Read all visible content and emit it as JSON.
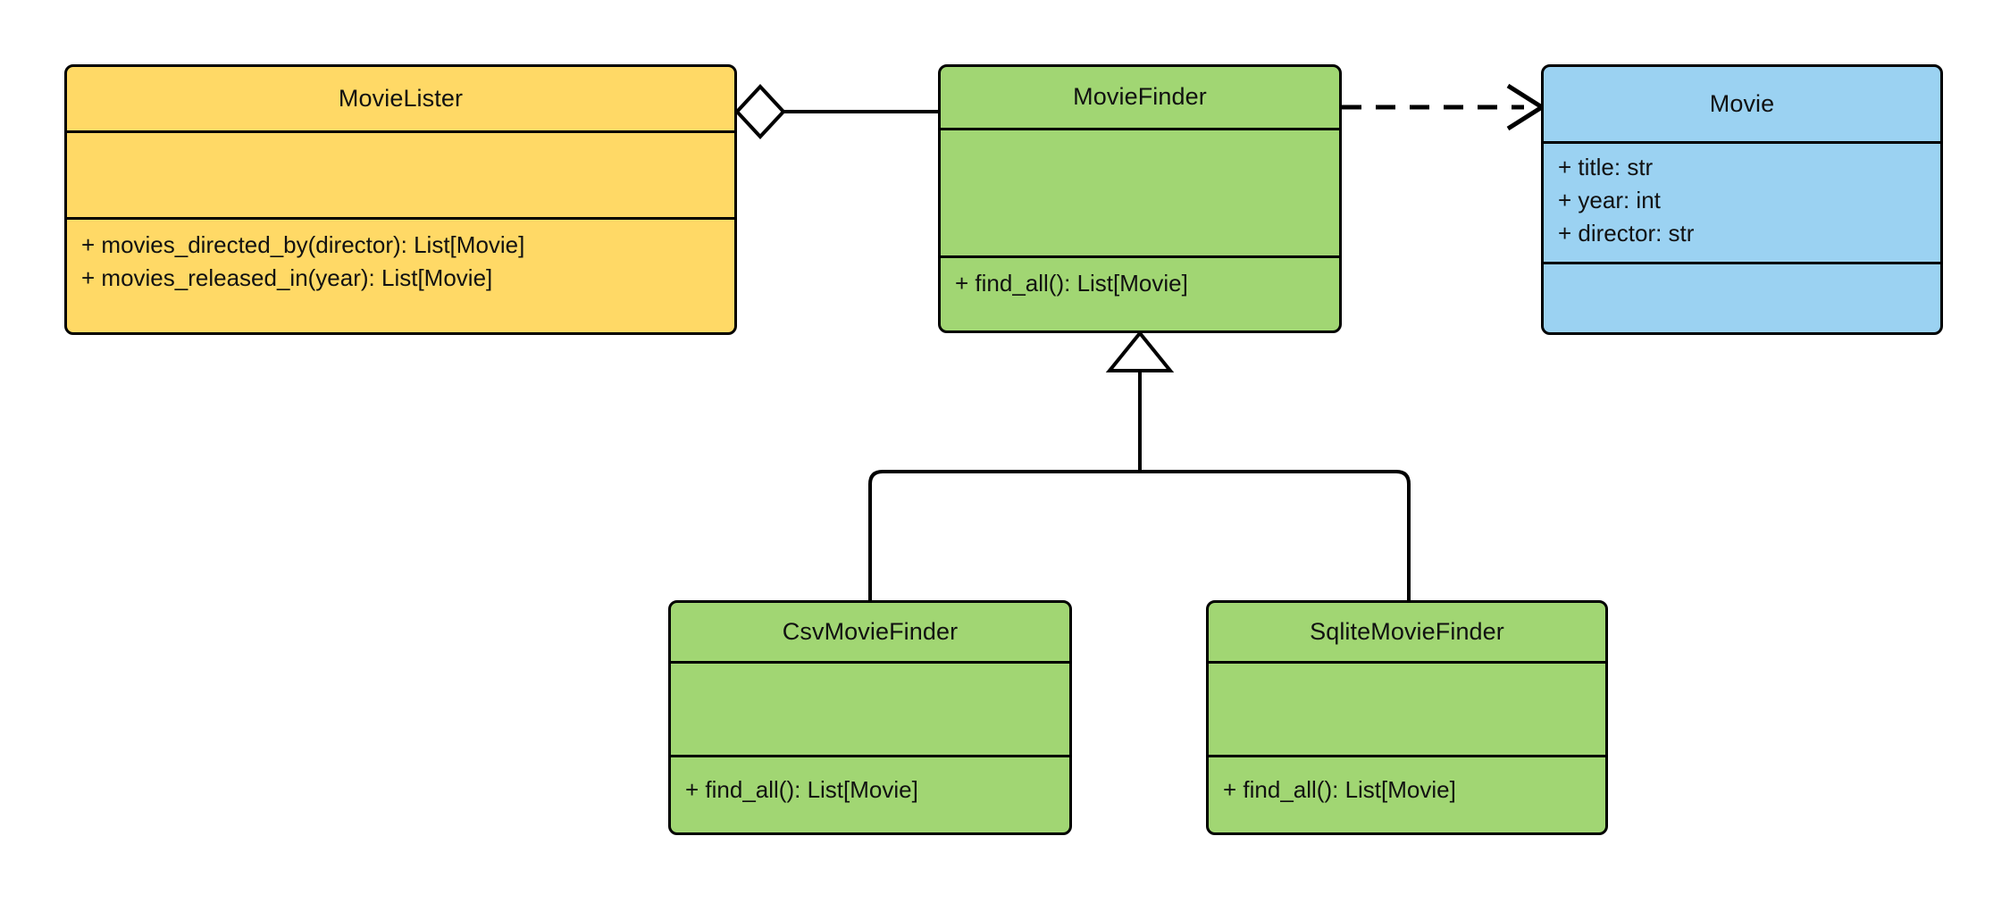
{
  "diagram": {
    "type": "uml-class-diagram",
    "background": "#ffffff",
    "colors": {
      "client_fill": "#FFD966",
      "interface_fill": "#A1D673",
      "entity_fill": "#9BD2F2",
      "stroke": "#000000"
    }
  },
  "classes": {
    "movie_lister": {
      "name": "MovieLister",
      "fill": "#FFD966",
      "attributes": [],
      "methods": [
        "+ movies_directed_by(director): List[Movie]",
        "+ movies_released_in(year): List[Movie]"
      ]
    },
    "movie_finder": {
      "name": "MovieFinder",
      "fill": "#A1D673",
      "attributes": [],
      "methods": [
        "+ find_all(): List[Movie]"
      ]
    },
    "movie": {
      "name": "Movie",
      "fill": "#9BD2F2",
      "attributes": [
        "+ title: str",
        "+ year: int",
        "+ director: str"
      ],
      "methods": []
    },
    "csv_movie_finder": {
      "name": "CsvMovieFinder",
      "fill": "#A1D673",
      "attributes": [],
      "methods": [
        "+ find_all(): List[Movie]"
      ]
    },
    "sqlite_movie_finder": {
      "name": "SqliteMovieFinder",
      "fill": "#A1D673",
      "attributes": [],
      "methods": [
        "+ find_all(): List[Movie]"
      ]
    }
  },
  "relationships": [
    {
      "id": "aggregation-lister-finder",
      "kind": "aggregation",
      "from": "MovieLister",
      "to": "MovieFinder",
      "marker": "hollow-diamond"
    },
    {
      "id": "dependency-finder-movie",
      "kind": "dependency",
      "from": "MovieFinder",
      "to": "Movie",
      "marker": "open-arrow",
      "line": "dashed"
    },
    {
      "id": "generalization-csv-finder",
      "kind": "generalization",
      "from": "CsvMovieFinder",
      "to": "MovieFinder",
      "marker": "hollow-triangle"
    },
    {
      "id": "generalization-sqlite-finder",
      "kind": "generalization",
      "from": "SqliteMovieFinder",
      "to": "MovieFinder",
      "marker": "hollow-triangle"
    }
  ]
}
